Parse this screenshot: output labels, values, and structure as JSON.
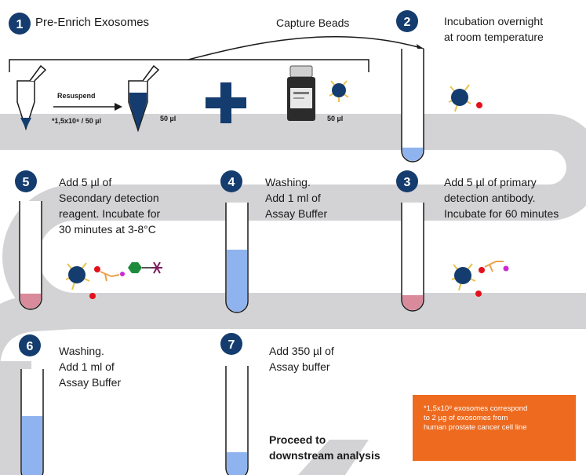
{
  "steps": {
    "s1": {
      "number": "1",
      "title": "Pre-Enrich Exosomes"
    },
    "s2": {
      "number": "2",
      "line1": "Incubation overnight",
      "line2": "at room temperature"
    },
    "s3": {
      "number": "3",
      "line1": "Add 5 µl of primary",
      "line2": "detection antibody.",
      "line3": "Incubate for 60 minutes"
    },
    "s4": {
      "number": "4",
      "line1": "Washing.",
      "line2": "Add 1 ml of",
      "line3": "Assay Buffer"
    },
    "s5": {
      "number": "5",
      "line1": "Add 5 µl of",
      "line2": "Secondary detection",
      "line3": "reagent. Incubate for",
      "line4": "30 minutes at 3-8°C"
    },
    "s6": {
      "number": "6",
      "line1": "Washing.",
      "line2": "Add 1 ml of",
      "line3": "Assay Buffer"
    },
    "s7": {
      "number": "7",
      "line1": "Add 350 µl of",
      "line2": "Assay buffer"
    }
  },
  "capture_beads_label": "Capture Beads",
  "resuspend_label": "Resuspend",
  "concentration_label": "*1,5x10⁸ / 50 µl",
  "volume_tube_label": "50 µl",
  "volume_beads_label": "50 µl",
  "plus_symbol": "+",
  "proceed": {
    "line1": "Proceed to",
    "line2": "downstream analysis"
  },
  "note": {
    "line1": "*1,5x10⁸ exosomes correspond",
    "line2": "to 2 µg of exosomes from",
    "line3": "human prostate cancer cell line"
  },
  "colors": {
    "badge": "#143c6e",
    "track": "#d3d3d5",
    "bead": "#143c6e",
    "liquid_blue": "#8fb3ee",
    "liquid_pink": "#d98a9b",
    "note_bg": "#ee6a1e",
    "antibody_yellow": "#e8c44a",
    "marker_red": "#e4101c",
    "magenta": "#cc2ad6",
    "green": "#1e8a3e",
    "purple": "#7a1a5a"
  }
}
